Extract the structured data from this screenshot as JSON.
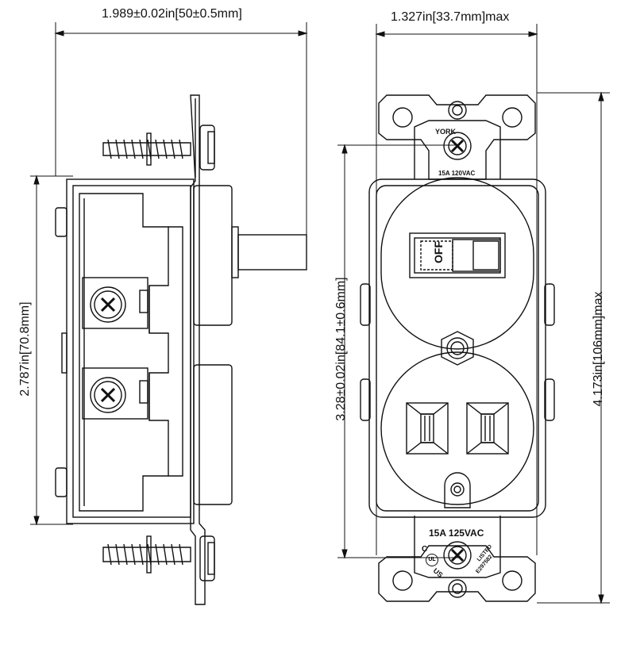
{
  "dimensions": {
    "side_width": "1.989±0.02in[50±0.5mm]",
    "side_height": "2.787in[70.8mm]",
    "front_width": "1.327in[33.7mm]max",
    "mount_spacing": "3.28±0.02in[84.1±0.6mm]",
    "front_height": "4.173in[106mm]max"
  },
  "labels": {
    "switch_off": "OFF",
    "top_rating": "15A 120VAC",
    "top_brand": "YORK",
    "bottom_rating": "15A 125VAC",
    "listed": "LISTED",
    "listing_no": "E297582",
    "cert_c": "C",
    "cert_us": "US"
  },
  "colors": {
    "line": "#111111",
    "background": "#ffffff"
  }
}
